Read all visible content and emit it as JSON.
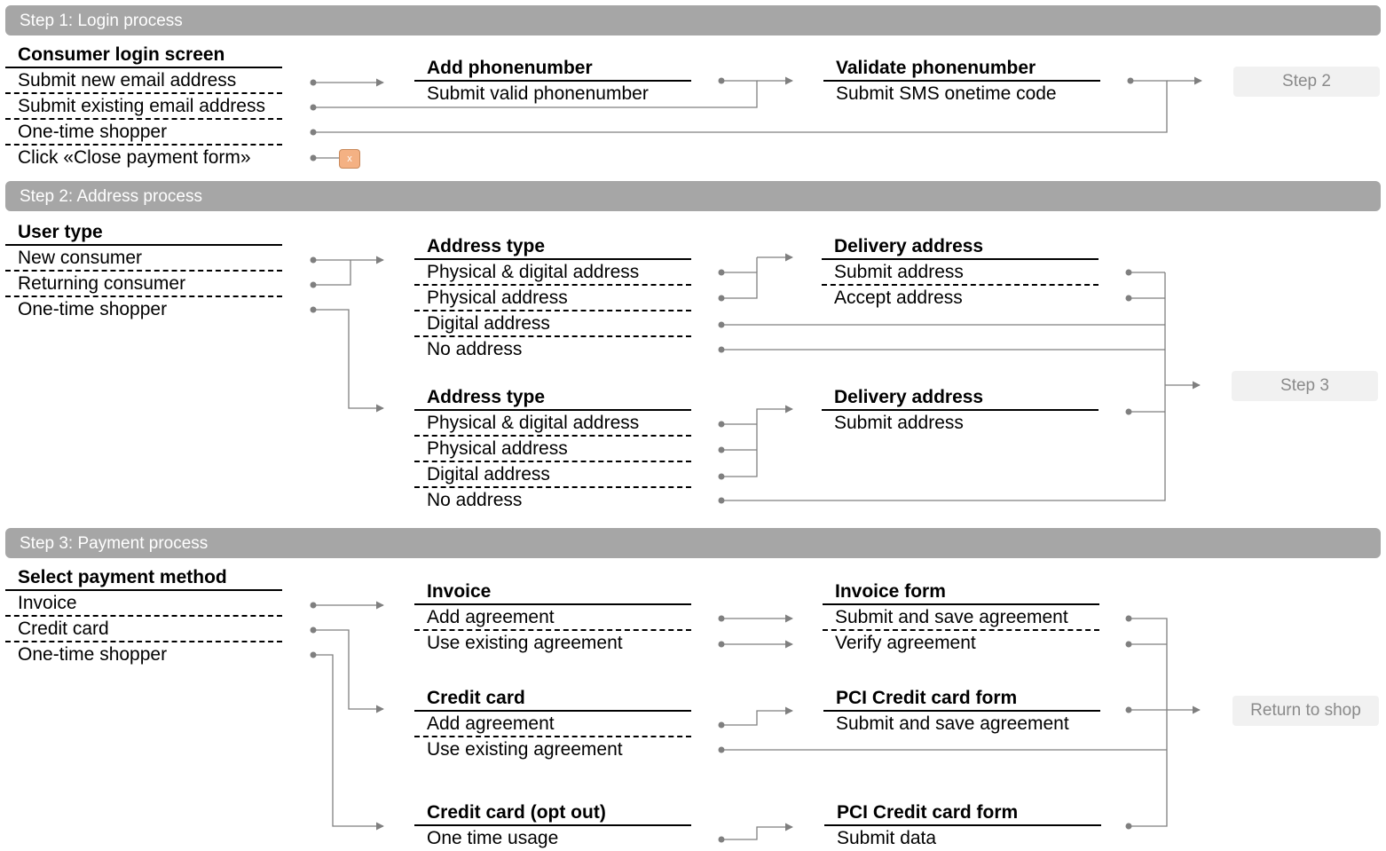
{
  "step1": {
    "title": "Step 1: Login process",
    "login": {
      "header": "Consumer login screen",
      "items": [
        "Submit new email address",
        "Submit existing email address",
        "One-time shopper",
        "Click «Close payment form»"
      ]
    },
    "phone": {
      "header": "Add phonenumber",
      "items": [
        "Submit valid phonenumber"
      ]
    },
    "validate": {
      "header": "Validate phonenumber",
      "items": [
        "Submit SMS onetime code"
      ]
    },
    "next": "Step 2",
    "close_icon": "x"
  },
  "step2": {
    "title": "Step 2: Address process",
    "user": {
      "header": "User type",
      "items": [
        "New consumer",
        "Returning consumer",
        "One-time shopper"
      ]
    },
    "addr1": {
      "header": "Address type",
      "items": [
        "Physical & digital address",
        "Physical address",
        "Digital address",
        "No address"
      ]
    },
    "deliv1": {
      "header": "Delivery address",
      "items": [
        "Submit address",
        "Accept address"
      ]
    },
    "addr2": {
      "header": "Address type",
      "items": [
        "Physical & digital address",
        "Physical address",
        "Digital address",
        "No address"
      ]
    },
    "deliv2": {
      "header": "Delivery address",
      "items": [
        "Submit address"
      ]
    },
    "next": "Step 3"
  },
  "step3": {
    "title": "Step 3: Payment process",
    "method": {
      "header": "Select payment method",
      "items": [
        "Invoice",
        "Credit card",
        "One-time shopper"
      ]
    },
    "invoice": {
      "header": "Invoice",
      "items": [
        "Add agreement",
        "Use existing agreement"
      ]
    },
    "invoice_form": {
      "header": "Invoice form",
      "items": [
        "Submit and save agreement",
        "Verify agreement"
      ]
    },
    "credit": {
      "header": "Credit card",
      "items": [
        "Add agreement",
        "Use existing agreement"
      ]
    },
    "pci1": {
      "header": "PCI Credit card form",
      "items": [
        "Submit and save agreement"
      ]
    },
    "optout": {
      "header": "Credit card (opt out)",
      "items": [
        "One time usage"
      ]
    },
    "pci2": {
      "header": "PCI Credit card form",
      "items": [
        "Submit data"
      ]
    },
    "next": "Return to shop"
  },
  "colors": {
    "bar": "#a6a6a6",
    "connector": "#7f7f7f",
    "close_button": "#f4b183"
  }
}
